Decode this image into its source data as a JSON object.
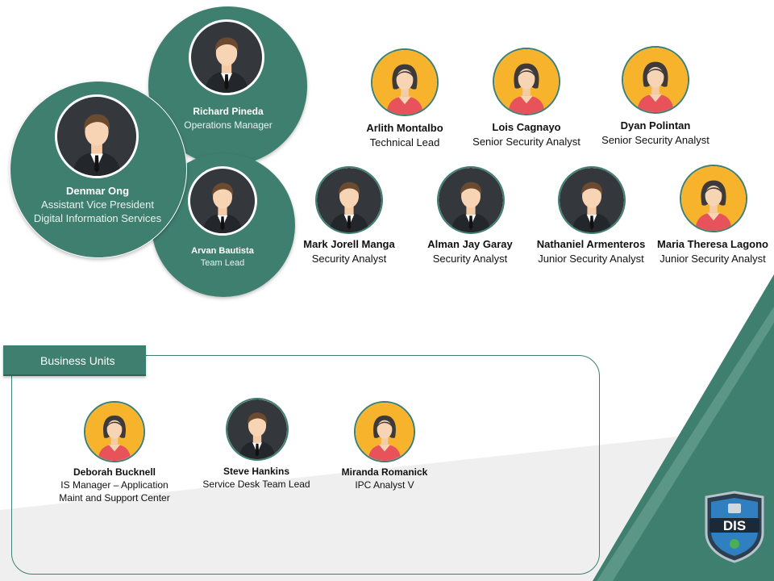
{
  "colors": {
    "brand_green": "#3f7f6f",
    "female_bg": "#f6b32b",
    "male_bg": "#34383d",
    "shirt_female": "#e8525a"
  },
  "leadership": {
    "richard": {
      "name": "Richard Pineda",
      "title": "Operations Manager",
      "avatar": "male-avatar-icon"
    },
    "denmar": {
      "name": "Denmar Ong",
      "title_line1": "Assistant Vice President",
      "title_line2": "Digital Information Services",
      "avatar": "male-avatar-icon"
    },
    "arvan": {
      "name": "Arvan Bautista",
      "title": "Team Lead",
      "avatar": "male-avatar-icon"
    }
  },
  "team_row1": [
    {
      "name": "Arlith Montalbo",
      "title": "Technical Lead",
      "avatar": "female-avatar-icon"
    },
    {
      "name": "Lois Cagnayo",
      "title": "Senior Security Analyst",
      "avatar": "female-avatar-icon"
    },
    {
      "name": "Dyan Polintan",
      "title": "Senior Security Analyst",
      "avatar": "female-avatar-icon"
    }
  ],
  "team_row2": [
    {
      "name": "Mark Jorell Manga",
      "title": "Security Analyst",
      "avatar": "male-avatar-icon"
    },
    {
      "name": "Alman Jay Garay",
      "title": "Security Analyst",
      "avatar": "male-avatar-icon"
    },
    {
      "name": "Nathaniel Armenteros",
      "title": "Junior Security Analyst",
      "avatar": "male-avatar-icon"
    },
    {
      "name": "Maria Theresa Lagono",
      "title": "Junior Security Analyst",
      "avatar": "female-avatar-icon"
    }
  ],
  "business_units": {
    "label": "Business Units",
    "members": [
      {
        "name": "Deborah Bucknell",
        "title_line1": "IS Manager – Application",
        "title_line2": "Maint and Support Center",
        "avatar": "female-avatar-icon"
      },
      {
        "name": "Steve Hankins",
        "title_line1": "Service Desk Team Lead",
        "avatar": "male-avatar-icon"
      },
      {
        "name": "Miranda Romanick",
        "title_line1": "IPC Analyst V",
        "avatar": "female-avatar-icon"
      }
    ]
  },
  "logo": {
    "text": "DIS",
    "icon": "dis-shield-logo"
  }
}
